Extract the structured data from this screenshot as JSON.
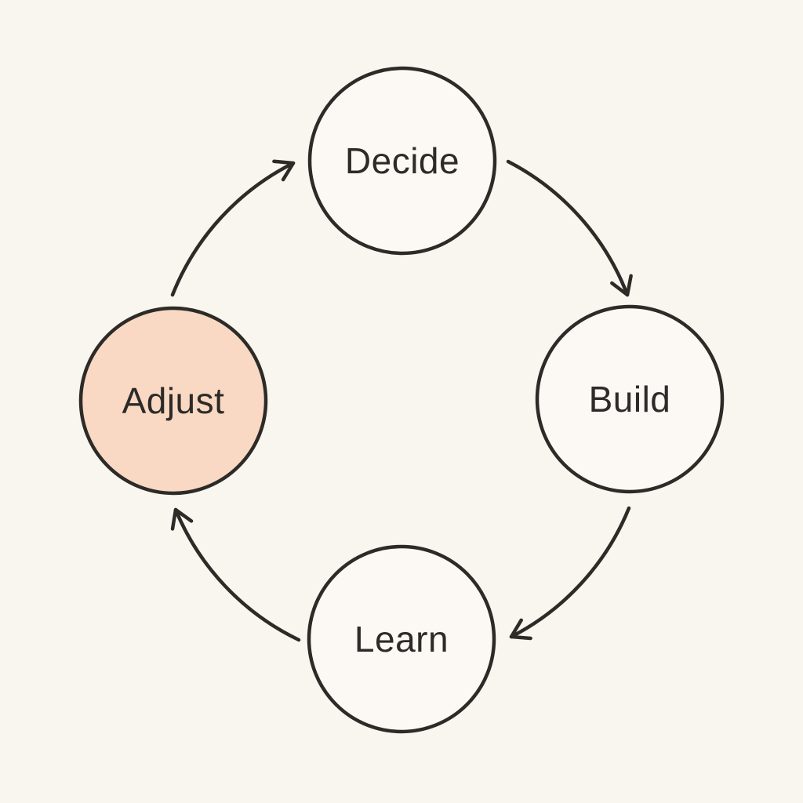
{
  "diagram": {
    "type": "cycle",
    "direction": "clockwise",
    "nodes": [
      {
        "id": "decide",
        "label": "Decide",
        "fill": "#fcf9f4",
        "highlighted": false
      },
      {
        "id": "build",
        "label": "Build",
        "fill": "#fcf9f4",
        "highlighted": false
      },
      {
        "id": "learn",
        "label": "Learn",
        "fill": "#fcf9f4",
        "highlighted": false
      },
      {
        "id": "adjust",
        "label": "Adjust",
        "fill": "#f9d9c3",
        "highlighted": true
      }
    ],
    "edges": [
      {
        "from": "Decide",
        "to": "Build"
      },
      {
        "from": "Build",
        "to": "Learn"
      },
      {
        "from": "Learn",
        "to": "Adjust"
      },
      {
        "from": "Adjust",
        "to": "Decide"
      }
    ],
    "colors": {
      "background": "#f9f5ef",
      "node_fill": "#fcf9f4",
      "highlight_fill": "#f9d9c3",
      "stroke": "#2d2b28",
      "text": "#2d2b28"
    }
  }
}
